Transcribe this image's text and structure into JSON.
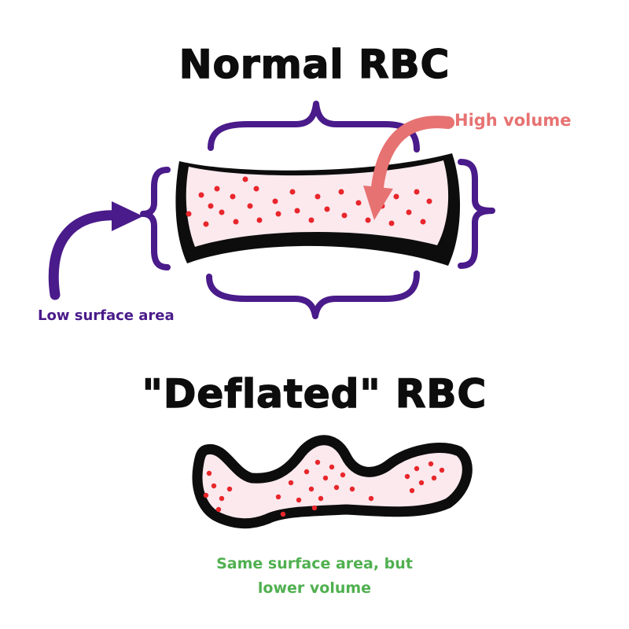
{
  "titles": {
    "normal": "Normal RBC",
    "deflated": "\"Deflated\" RBC"
  },
  "labels": {
    "high_volume": "High volume",
    "low_surface_area": "Low surface area",
    "same_surface_area_line1": "Same surface area, but",
    "same_surface_area_line2": "lower volume"
  },
  "colors": {
    "title_text": "#0d0d0d",
    "cell_outline": "#0d0d0d",
    "cell_fill": "#fbe9ee",
    "dots": "#e8262b",
    "brackets": "#4a1b8a",
    "high_volume_arrow": "#e77272",
    "low_surface_arrow": "#4a1b8a",
    "same_surface_text": "#4fb04f"
  },
  "icons": {
    "normal_cell": "red-blood-cell-icon",
    "deflated_cell": "deflated-red-blood-cell-icon",
    "brace": "curly-brace-icon",
    "arrow_high": "curved-arrow-down-icon",
    "arrow_low": "curved-arrow-right-icon"
  }
}
